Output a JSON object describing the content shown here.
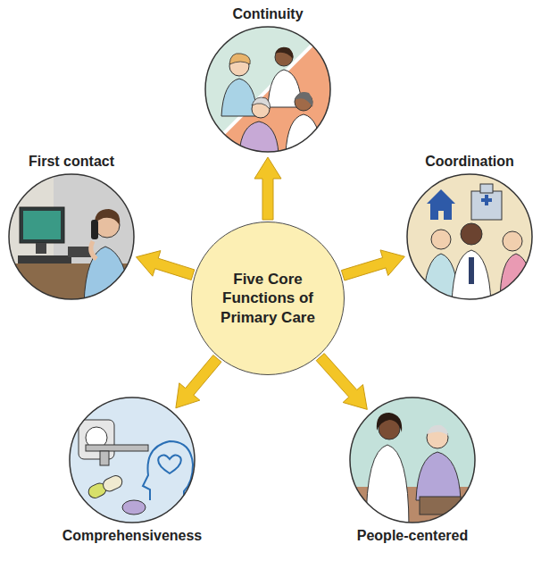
{
  "diagram": {
    "nodes": [
      {
        "text": [
          "Five Core Functions of Primary Care"
        ]
      },
      {
        "text": [
          "Continuity"
        ]
      },
      {
        "text": [
          "Coordination"
        ]
      },
      {
        "text": [
          "People-centered"
        ]
      },
      {
        "text": [
          "Comprehensiveness"
        ]
      },
      {
        "text": [
          "First contact"
        ]
      }
    ],
    "edges": [
      {
        "from": 0,
        "to": 1,
        "arrow": "to"
      },
      {
        "from": 0,
        "to": 2,
        "arrow": "to"
      },
      {
        "from": 0,
        "to": 3,
        "arrow": "to"
      },
      {
        "from": 0,
        "to": 4,
        "arrow": "to"
      },
      {
        "from": 0,
        "to": 5,
        "arrow": "to"
      }
    ]
  }
}
